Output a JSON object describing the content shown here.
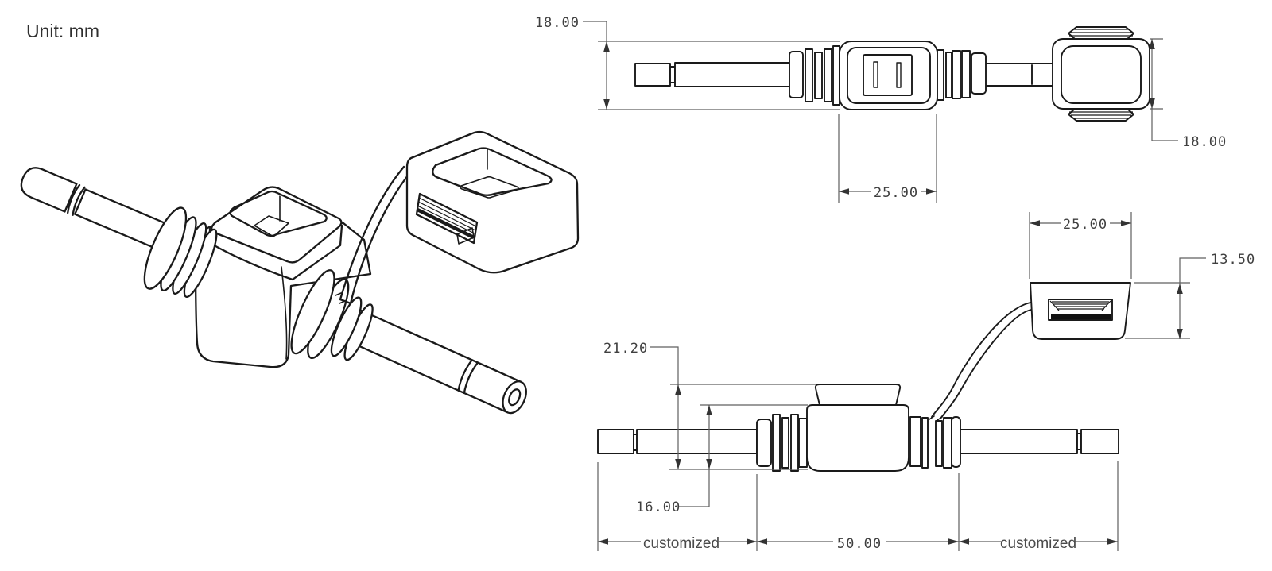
{
  "unit_label": "Unit: mm",
  "colors": {
    "background": "#ffffff",
    "part_line": "#1a1a1a",
    "dim_line": "#5f5f5f",
    "dim_text": "#3f3f3f"
  },
  "views": {
    "top": {
      "dims": {
        "overall_height": "18.00",
        "body_width": "25.00",
        "cap_height": "18.00"
      }
    },
    "side": {
      "dims": {
        "overall_height": "21.20",
        "body_height": "16.00",
        "cap_width": "25.00",
        "cap_height": "13.50",
        "left_lead": "customized",
        "holder_length": "50.00",
        "right_lead": "customized"
      }
    }
  }
}
